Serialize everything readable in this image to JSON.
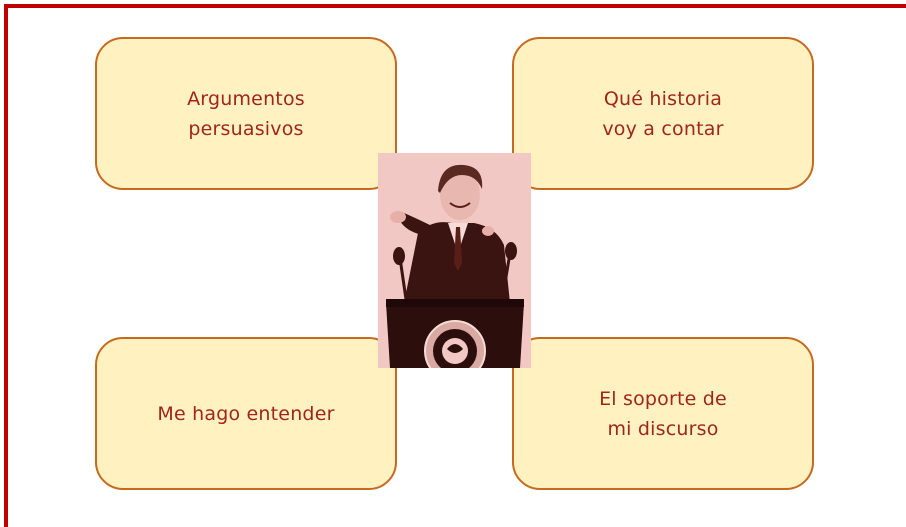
{
  "diagram": {
    "cards": {
      "top_left": "Argumentos\npersuasivos",
      "top_right": "Qué historia\nvoy a contar",
      "bottom_left": "Me hago entender",
      "bottom_right": "El soporte de\nmi discurso"
    },
    "photo": {
      "icon": "speaker-at-podium-photo",
      "tint": "#f2c8c4"
    },
    "colors": {
      "frame": "#c00000",
      "card_fill": "#fff2c0",
      "card_border": "#c56a1e",
      "card_text": "#a0261a"
    }
  }
}
